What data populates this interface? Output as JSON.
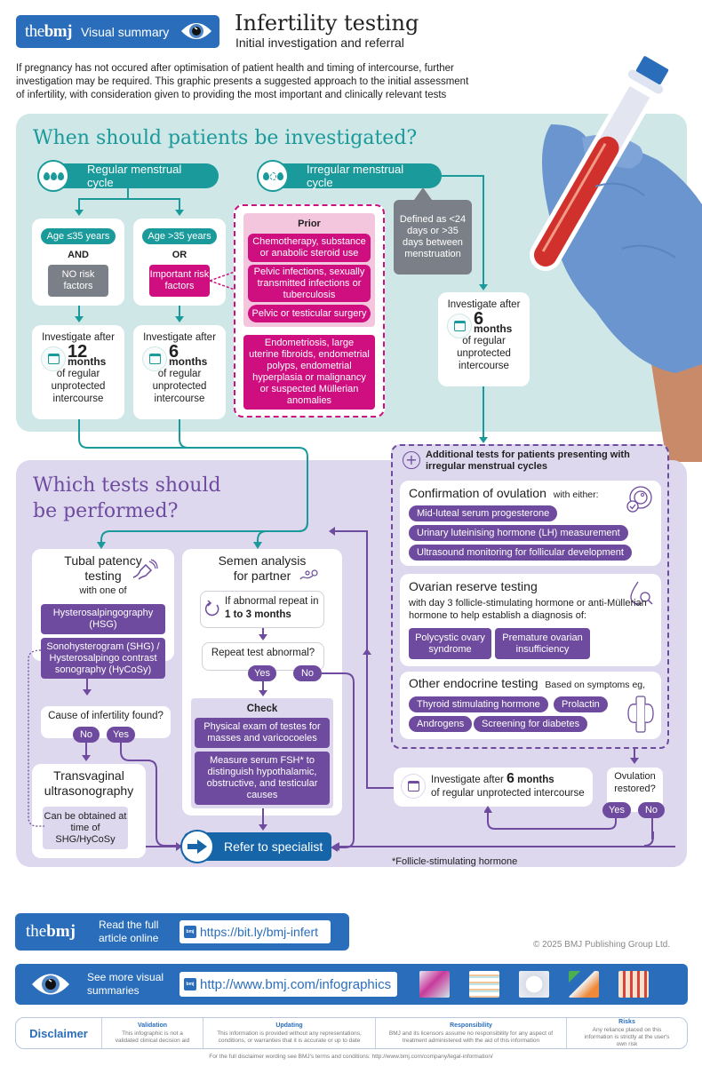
{
  "header": {
    "brand_the": "the",
    "brand_bmj": "bmj",
    "brand_label": "Visual summary",
    "title": "Infertility testing",
    "subtitle": "Initial investigation and referral",
    "intro": "If pregnancy has not occured after optimisation of patient health and timing of intercourse, further investigation may be required. This graphic presents a suggested approach to the initial assessment of infertility, with consideration given to providing the most important and clinically relevant tests"
  },
  "colors": {
    "teal": "#1a9a9a",
    "teal_bg": "#cfe7e7",
    "magenta": "#cf0f7f",
    "purple": "#6e4b9e",
    "purple_bg": "#ddd8ee",
    "bmj_blue": "#2a6ebb",
    "refer_blue": "#1565a8",
    "grey": "#7b7f87"
  },
  "when": {
    "title": "When should patients be investigated?",
    "regular": {
      "label": "Regular menstrual cycle",
      "icon": "three-drops-icon",
      "left": {
        "age": "Age ≤35 years",
        "connector": "AND",
        "condition": "NO risk factors",
        "investigate_label": "Investigate after",
        "months_num": "12",
        "months_label": "months",
        "tail": "of regular unprotected intercourse"
      },
      "right": {
        "age": "Age >35 years",
        "connector": "OR",
        "condition": "Important risk factors",
        "investigate_label": "Investigate after",
        "months_num": "6",
        "months_label": "months",
        "tail": "of regular unprotected intercourse"
      }
    },
    "risk_factors": {
      "prior_heading": "Prior",
      "prior_items": [
        "Chemotherapy, substance or anabolic steroid use",
        "Pelvic infections, sexually transmitted infections or tuberculosis",
        "Pelvic or testicular surgery"
      ],
      "other": "Endometriosis, large uterine fibroids, endometrial polyps, endometrial hyperplasia or malignancy or suspected Müllerian anomalies"
    },
    "irregular": {
      "label": "Irregular menstrual cycle",
      "icon": "drops-irregular-icon",
      "definition": "Defined as <24 days or >35 days between menstruation",
      "investigate_label": "Investigate after",
      "months_num": "6",
      "months_label": "months",
      "tail": "of regular unprotected intercourse"
    }
  },
  "tests": {
    "title_line1": "Which tests should",
    "title_line2": "be performed?",
    "tubal": {
      "title_line1": "Tubal patency",
      "title_line2": "testing",
      "with": "with one of",
      "options": [
        "Hysterosalpingography (HSG)",
        "Sonohysterogram (SHG) / Hysterosalpingo contrast sonography (HyCoSy)"
      ],
      "question": "Cause of infertility found?",
      "no": "No",
      "yes": "Yes"
    },
    "transvaginal": {
      "title": "Transvaginal ultrasonography",
      "note": "Can be obtained at time of SHG/HyCoSy"
    },
    "semen": {
      "title_line1": "Semen analysis",
      "title_line2": "for partner",
      "repeat_text": "If abnormal repeat in",
      "repeat_bold": "1 to 3 months",
      "question": "Repeat test abnormal?",
      "yes": "Yes",
      "no": "No",
      "check_heading": "Check",
      "checks": [
        "Physical exam of testes for masses and varicocoeles",
        "Measure serum FSH* to distinguish hypothalamic, obstructive, and testicular causes"
      ]
    },
    "refer": "Refer to specialist",
    "additional": {
      "heading": "Additional tests for patients presenting with irregular menstrual cycles",
      "ovulation": {
        "title": "Confirmation of ovulation",
        "qualifier": "with either:",
        "items": [
          "Mid-luteal serum progesterone",
          "Urinary luteinising hormone (LH) measurement",
          "Ultrasound monitoring for follicular development"
        ]
      },
      "ovarian": {
        "title": "Ovarian reserve testing",
        "desc": "with day 3 follicle-stimulating hormone or anti-Müllerian hormone to help establish a diagnosis of:",
        "items": [
          "Polycystic ovary syndrome",
          "Premature ovarian insufficiency"
        ]
      },
      "endocrine": {
        "title": "Other endocrine testing",
        "qualifier": "Based on symptoms eg,",
        "items": [
          "Thyroid stimulating hormone",
          "Prolactin",
          "Androgens",
          "Screening for diabetes"
        ]
      }
    },
    "investigate6": {
      "prefix": "Investigate after",
      "num": "6",
      "months": "months",
      "tail": "of regular unprotected intercourse"
    },
    "ovulation_restored": {
      "question": "Ovulation restored?",
      "yes": "Yes",
      "no": "No"
    },
    "footnote": "*Follicle-stimulating hormone"
  },
  "footer": {
    "read_label": "Read the full article online",
    "article_url": "https://bit.ly/bmj-infert",
    "copyright": "© 2025 BMJ Publishing Group Ltd.",
    "more_label": "See more visual summaries",
    "more_url": "http://www.bmj.com/infographics",
    "disclaimer": {
      "title": "Disclaimer",
      "columns": [
        {
          "heading": "Validation",
          "text": "This infographic is not a validated clinical decision aid"
        },
        {
          "heading": "Updating",
          "text": "This information is provided without any representations, conditions, or warranties that it is accurate or up to date"
        },
        {
          "heading": "Responsibility",
          "text": "BMJ and its licensors assume no responsibility for any aspect of treatment administered with the aid of this information"
        },
        {
          "heading": "Risks",
          "text": "Any reliance placed on this information is strictly at the user's own risk"
        }
      ],
      "full_text": "For the full disclaimer wording see BMJ's terms and conditions: http://www.bmj.com/company/legal-information/"
    }
  }
}
